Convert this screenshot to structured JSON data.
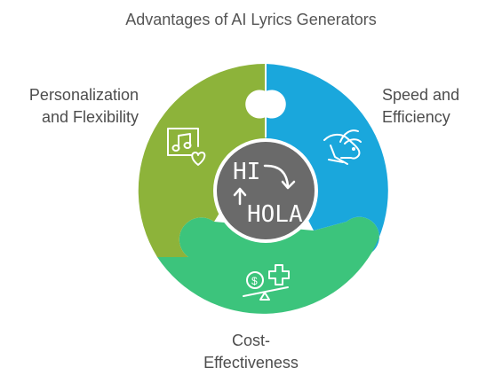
{
  "title": "Advantages of AI Lyrics Generators",
  "segments": [
    {
      "label_lines": [
        "Personalization",
        "and Flexibility"
      ],
      "color": "#8db33a",
      "icon": "music-note-heart-icon"
    },
    {
      "label_lines": [
        "Speed and",
        "Efficiency"
      ],
      "color": "#1aa7dc",
      "icon": "rabbit-icon"
    },
    {
      "label_lines": [
        "Cost-",
        "Effectiveness"
      ],
      "color": "#3cc47c",
      "icon": "coin-scale-plus-icon"
    }
  ],
  "center": {
    "color": "#6a6a6a",
    "top_text": "HI",
    "bottom_text": "HOLA",
    "icon": "translate-arrows-icon"
  }
}
